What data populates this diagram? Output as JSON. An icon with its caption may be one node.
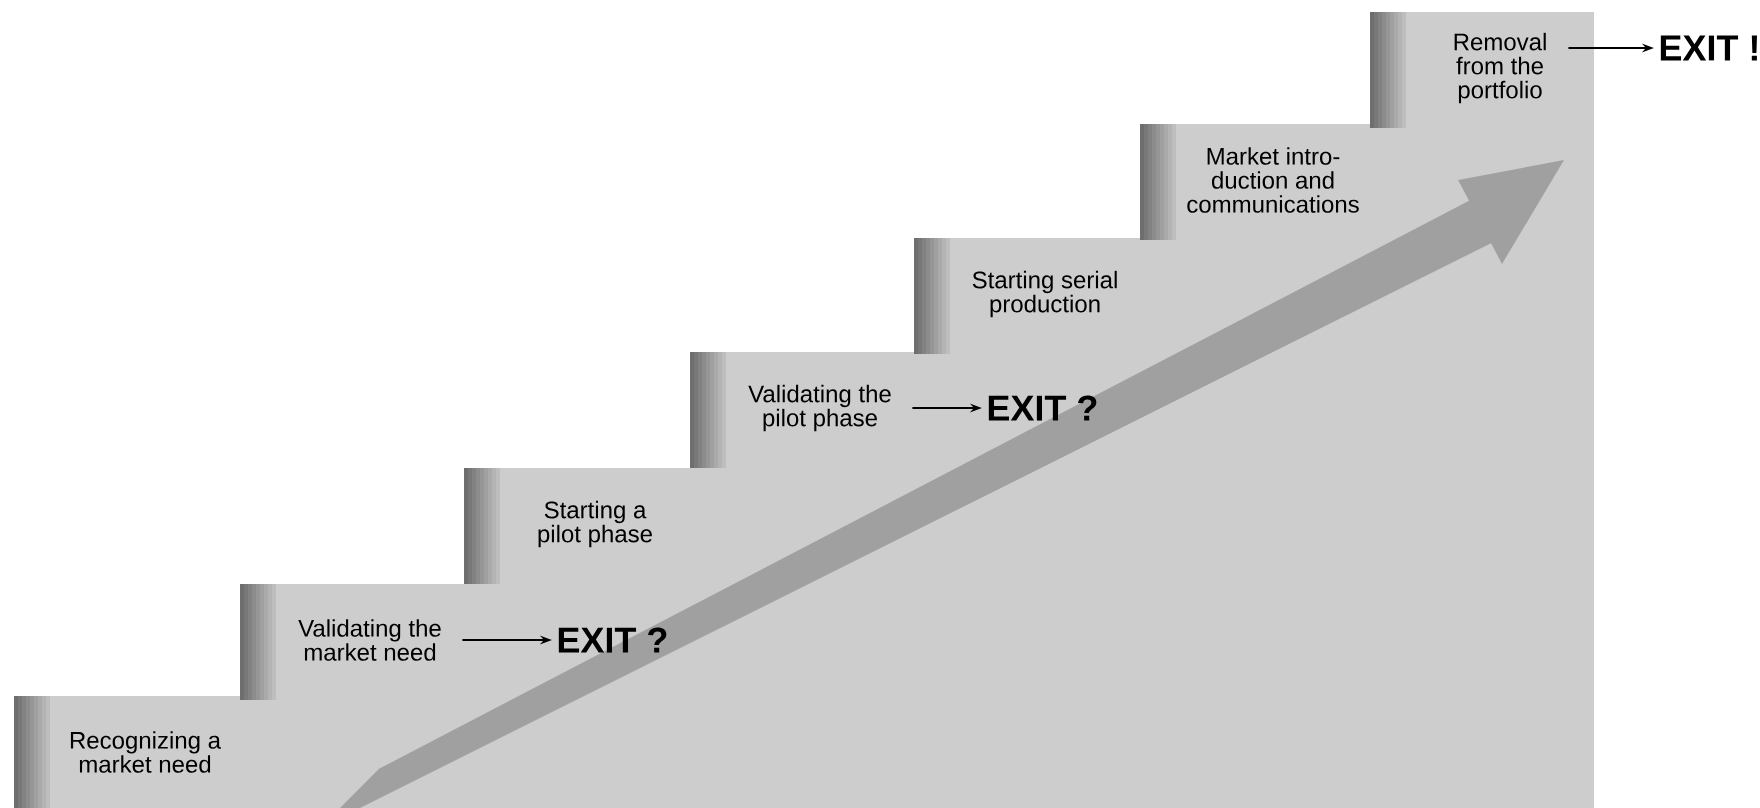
{
  "diagram": {
    "nodes": [
      {
        "text": [
          "Recognizing a market need"
        ]
      },
      {
        "text": [
          "Validating the market need"
        ]
      },
      {
        "text": [
          "Starting a pilot phase"
        ]
      },
      {
        "text": [
          "Validating the pilot phase"
        ]
      },
      {
        "text": [
          "Starting serial production"
        ]
      },
      {
        "text": [
          "Market intro-duction and communications"
        ]
      },
      {
        "text": [
          "Removal from the portfolio"
        ]
      },
      {
        "text": [
          "EXIT ?"
        ]
      },
      {
        "text": [
          "EXIT ?"
        ]
      },
      {
        "text": [
          "EXIT !"
        ]
      }
    ],
    "edges": [
      {
        "from": 1,
        "to": 7,
        "arrow": "to"
      },
      {
        "from": 3,
        "to": 8,
        "arrow": "to"
      },
      {
        "from": 6,
        "to": 9,
        "arrow": "to"
      }
    ]
  }
}
